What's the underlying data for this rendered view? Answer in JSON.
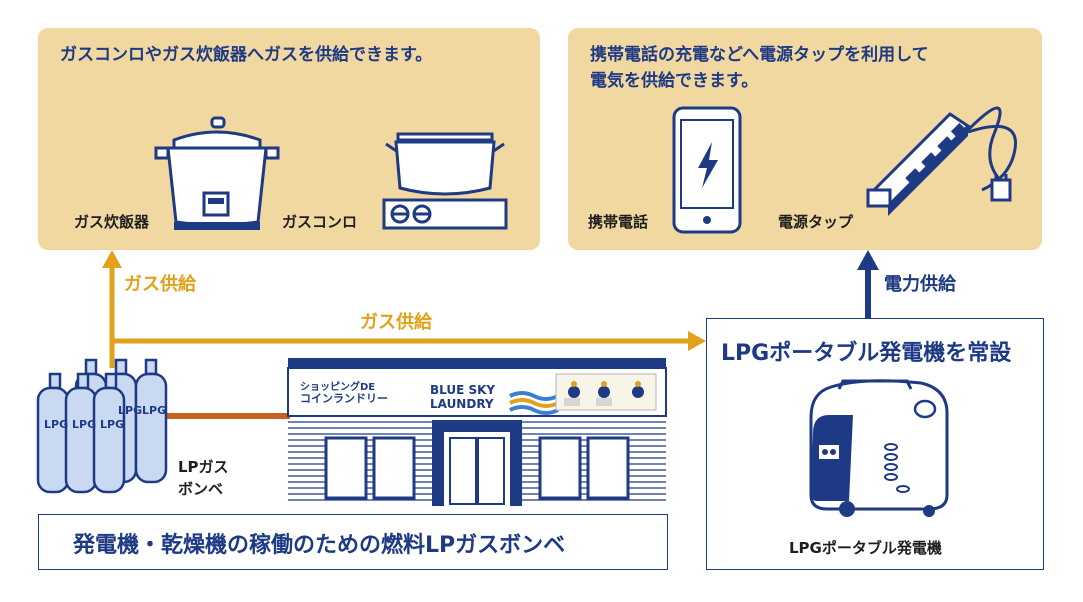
{
  "left_panel": {
    "title": "ガスコンロやガス炊飯器へガスを供給できます。",
    "rice_cooker_label": "ガス炊飯器",
    "stove_label": "ガスコンロ"
  },
  "right_panel": {
    "title": "携帯電話の充電などへ電源タップを利用して\n電気を供給できます。",
    "phone_label": "携帯電話",
    "power_strip_label": "電源タップ"
  },
  "flows": {
    "gas_supply_up": "ガス供給",
    "gas_supply_right": "ガス供給",
    "power_supply": "電力供給"
  },
  "cylinders": {
    "tag": "LPG",
    "label": "LPガス\nボンベ"
  },
  "laundry": {
    "sign_left_1": "ショッピングDE",
    "sign_left_2": "コインランドリー",
    "brand_1": "BLUE SKY",
    "brand_2": "LAUNDRY"
  },
  "generator_box": {
    "title": "LPGポータブル発電機を常設",
    "label": "LPGポータブル発電機"
  },
  "caption": "発電機・乾燥機の稼働のための燃料LPガスボンベ",
  "colors": {
    "panel_bg": "#f1d7a0",
    "navy": "#1e3a84",
    "gas_gold": "#e2a11a",
    "pipe_orange": "#c9601c",
    "cylinder_blue": "#c9d9f1"
  }
}
